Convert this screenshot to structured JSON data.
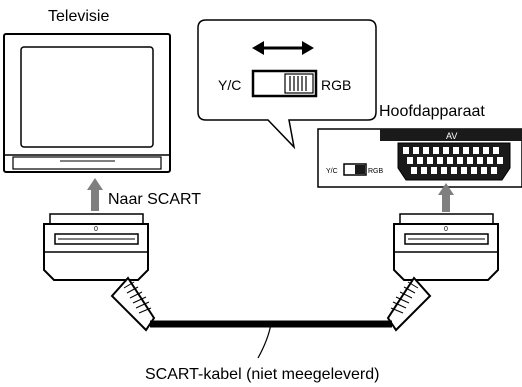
{
  "labels": {
    "tv": "Televisie",
    "main_unit": "Hoofdapparaat",
    "to_scart": "Naar SCART",
    "cable": "SCART-kabel (niet meegeleverd)",
    "callout_left": "Y/C",
    "callout_right": "RGB",
    "panel_left": "Y/C",
    "panel_right": "RGB",
    "av": "AV",
    "plug_left_mark": "0",
    "plug_right_mark": "0"
  },
  "colors": {
    "line": "#000000",
    "arrow": "#7f7f7f",
    "panel_dark": "#1a1a1a",
    "pin_fill": "#ffffff"
  }
}
